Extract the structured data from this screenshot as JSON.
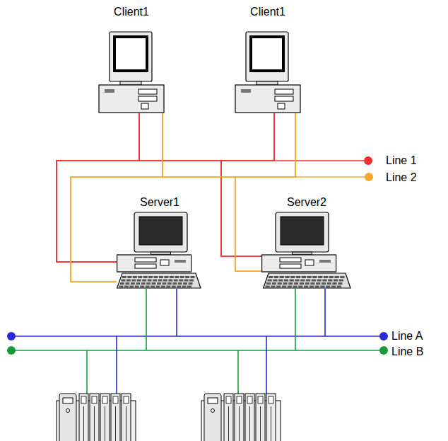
{
  "diagram": {
    "nodes": [
      {
        "text": [
          "Client1"
        ]
      },
      {
        "text": [
          "Client1"
        ]
      },
      {
        "text": [
          "Server1"
        ]
      },
      {
        "text": [
          "Server2"
        ]
      }
    ],
    "edges": [
      {
        "from": 0,
        "to": 2,
        "arrow": "none"
      },
      {
        "from": 0,
        "to": 3,
        "arrow": "none"
      },
      {
        "from": 1,
        "to": 2,
        "arrow": "none"
      },
      {
        "from": 1,
        "to": 3,
        "arrow": "none"
      },
      {
        "from": 0,
        "to": 2,
        "arrow": "none"
      },
      {
        "from": 0,
        "to": 3,
        "arrow": "none"
      },
      {
        "from": 1,
        "to": 2,
        "arrow": "none"
      },
      {
        "from": 1,
        "to": 3,
        "arrow": "none"
      }
    ],
    "labels": [
      "Line 1",
      "Line 2",
      "Line A",
      "Line B"
    ]
  }
}
